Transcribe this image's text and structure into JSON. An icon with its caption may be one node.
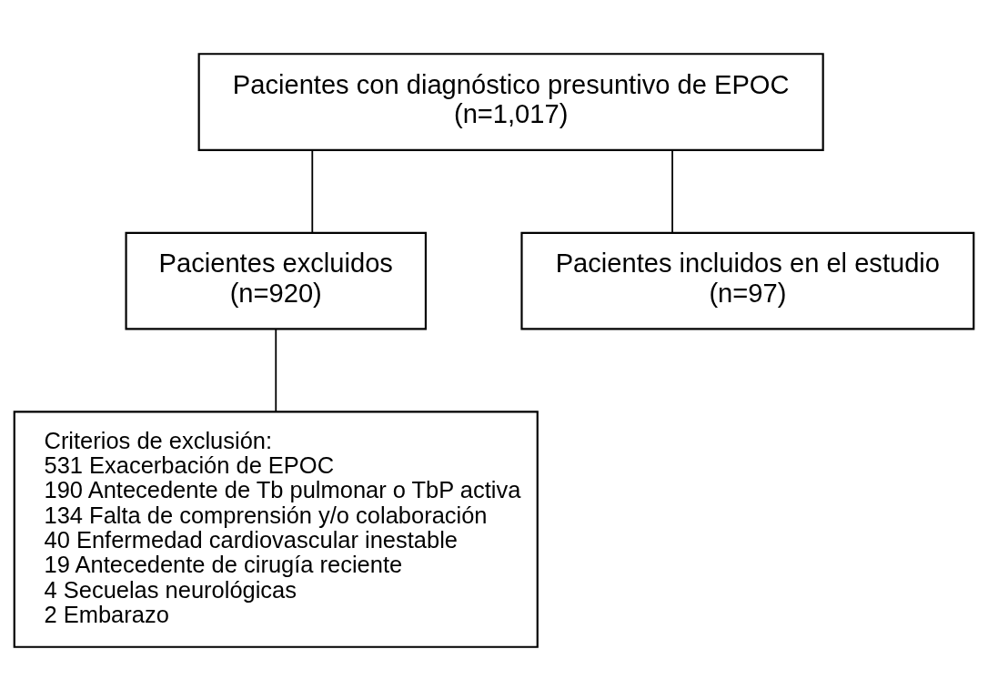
{
  "diagram": {
    "nodes": [
      {
        "text": [
          "Pacientes con diagnóstico presuntivo de EPOC",
          "(n=1,017)"
        ]
      },
      {
        "text": [
          "Pacientes excluidos",
          "(n=920)"
        ]
      },
      {
        "text": [
          "Pacientes incluidos en el estudio",
          "(n=97)"
        ]
      },
      {
        "text": [
          "Criterios de exclusión:",
          "531 Exacerbación de EPOC",
          "190 Antecedente de Tb pulmonar o TbP activa",
          "134 Falta de comprensión y/o colaboración",
          "40 Enfermedad cardiovascular inestable",
          "19 Antecedente de cirugía reciente",
          "4 Secuelas neurológicas",
          "2 Embarazo"
        ]
      }
    ],
    "edges": [
      {
        "from": 0,
        "to": 2,
        "arrow": "none"
      },
      {
        "from": 0,
        "to": 1,
        "arrow": "none"
      },
      {
        "from": 1,
        "to": 3,
        "arrow": "none"
      }
    ]
  }
}
